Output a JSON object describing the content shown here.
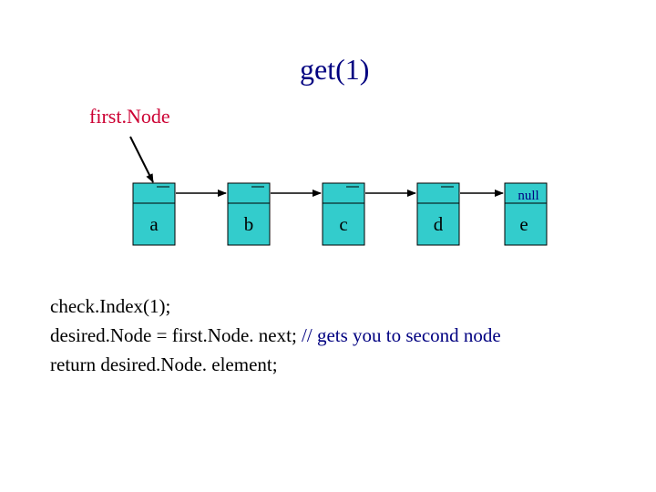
{
  "title": "get(1)",
  "first_node_label": "first.Node",
  "nodes": [
    {
      "element": "a"
    },
    {
      "element": "b"
    },
    {
      "element": "c"
    },
    {
      "element": "d"
    },
    {
      "element": "e"
    }
  ],
  "null_label": "null",
  "code": {
    "line1": "check.Index(1);",
    "line2_code": "desired.Node = first.Node. next; ",
    "line2_comment": "// gets you to second node",
    "line3": "return desired.Node. element;"
  },
  "colors": {
    "node_fill": "#33cccc",
    "title": "#000080",
    "label": "#cc0033",
    "comment": "#000080"
  }
}
